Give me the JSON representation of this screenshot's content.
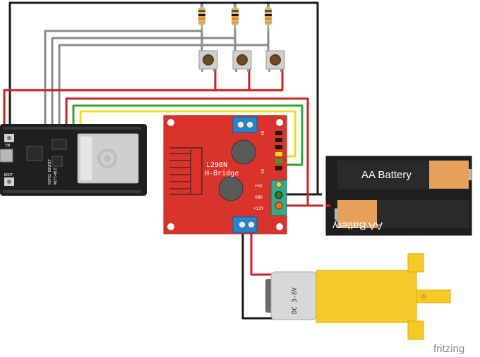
{
  "esp32": {
    "board_label": "ESP32 DEVKIT",
    "module_label": "WIFI+BLE",
    "en_label": "EN",
    "boot_label": "BOOT"
  },
  "driver": {
    "title_line1": "L298N",
    "title_line2": "H-Bridge",
    "pin_5v": "+5V",
    "pin_gnd": "GND",
    "pin_12v": "+12V",
    "pin_en": "EN",
    "color": "#d9342b"
  },
  "battery": {
    "label_top": "AA Battery",
    "label_bottom": "AA Battery"
  },
  "motor": {
    "label": "DC 3-6V"
  },
  "watermark": "fritzing",
  "wire_colors": {
    "black": "#1a1a1a",
    "red": "#c8201f",
    "gray": "#8a8a8a",
    "green": "#2fa52f",
    "yellow": "#f2dd1a"
  }
}
